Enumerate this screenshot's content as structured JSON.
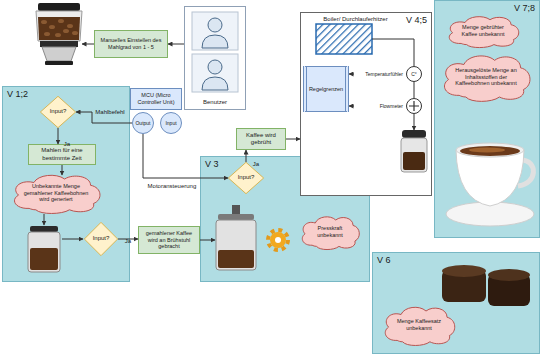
{
  "diagram": {
    "nodes": [
      {
        "text": [
          "Benutzer"
        ]
      },
      {
        "text": [
          "Manuelles Einstellen des Mahlgrad von 1 - 5"
        ]
      },
      {
        "text": [
          "V 1;2"
        ]
      },
      {
        "text": [
          "Input?"
        ],
        "in": 2
      },
      {
        "text": [
          "Mahlen für eine bestimmte Zeit"
        ],
        "in": 2
      },
      {
        "text": [
          "Unbekannte Menge gemahlener Kaffeebohnen wird generiert"
        ],
        "in": 2
      },
      {
        "text": [
          "Input?"
        ],
        "in": 2
      },
      {
        "text": [
          "MCU (Micro Controller Unit)"
        ]
      },
      {
        "text": [
          "Output"
        ]
      },
      {
        "text": [
          "Input"
        ]
      },
      {
        "text": [
          "V 3"
        ]
      },
      {
        "text": [
          "Input?"
        ],
        "in": 10
      },
      {
        "text": [
          "gemahlener Kaffee wird an Brühstuhl gebracht"
        ]
      },
      {
        "text": [
          "Presskraft unbekannt"
        ],
        "in": 10
      },
      {
        "text": [
          "Kaffee wird gebrüht"
        ]
      },
      {
        "text": [
          "Boiler/ Durchlauferhitzer",
          "V 4;5"
        ]
      },
      {
        "text": [
          "Temperaturfühler",
          "C°"
        ],
        "in": 15
      },
      {
        "text": [
          "Regelgrenzen"
        ],
        "in": 15
      },
      {
        "text": [
          "Flowmeter"
        ],
        "in": 15
      },
      {
        "text": [
          "V 7;8"
        ]
      },
      {
        "text": [
          "Menge gebrühter Kaffee unbekannt"
        ],
        "in": 19
      },
      {
        "text": [
          "Herausgelöste Menge an Inhaltsstoffen der Kaffeebohnen unbekannt"
        ],
        "in": 19
      },
      {
        "text": [
          "V 6"
        ]
      },
      {
        "text": [
          "Menge Kaffeesatz unbekannt"
        ],
        "in": 22
      }
    ],
    "edges": [
      {
        "from": 0,
        "to": 1,
        "arrow": "to"
      },
      {
        "from": 8,
        "to": 3,
        "label": "Mahlbefehl",
        "arrow": "to"
      },
      {
        "from": 3,
        "to": 4,
        "label": "Ja",
        "arrow": "to"
      },
      {
        "from": 4,
        "to": 5,
        "arrow": "to"
      },
      {
        "from": 6,
        "to": 12,
        "label": "Ja",
        "arrow": "to"
      },
      {
        "from": 8,
        "to": 11,
        "label": "Motoransteuerung",
        "arrow": "to"
      },
      {
        "from": 11,
        "to": 14,
        "label": "Ja",
        "arrow": "to"
      },
      {
        "from": 14,
        "to": 15,
        "arrow": "to"
      },
      {
        "from": 16,
        "to": 17,
        "arrow": "to"
      },
      {
        "from": 18,
        "to": 17,
        "arrow": "to"
      },
      {
        "from": 16,
        "to": 18,
        "arrow": "none"
      }
    ]
  }
}
